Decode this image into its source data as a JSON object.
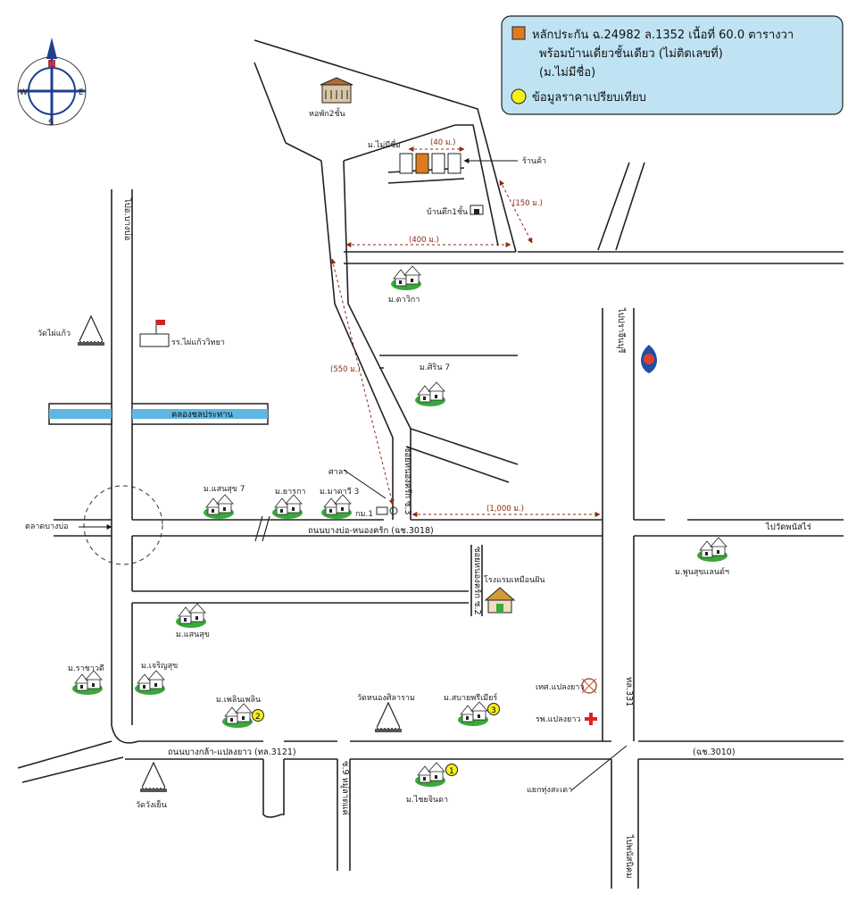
{
  "legend": {
    "collateral_line1": "หลักประกัน  ฉ.24982  ล.1352  เนื้อที่  60.0  ตารางวา",
    "collateral_line2": "พร้อมบ้านเดี่ยวชั้นเดียว  (ไม่ติดเลขที่)",
    "collateral_line3": "(ม.ไม่มีชื่อ)",
    "comparison": "ข้อมูลราคาเปรียบเทียบ",
    "colors": {
      "box": "#bfe3f3",
      "collateral": "#e07a1f",
      "comparison": "#f5ef1a"
    }
  },
  "compass": {
    "n": "N",
    "s": "S",
    "e": "E",
    "w": "W"
  },
  "roads": {
    "main_mid": "ถนนบางบ่อ-หนองคร้ก (ฉช.3018)",
    "main_bottom": "ถนนบางกล้า-แปลงยาว (ทล.3121)",
    "right_bottom": "(ฉช.3010)",
    "to_bangpakong": "ไปอ.บางบ่อ",
    "to_prachinburi": "ไปปราจีนบุรี",
    "to_wat": "ไปวัดพนัสไร่",
    "to_phanat": "ไปพนัสนิคม",
    "hwy331": "ทล.331",
    "soi3": "ซอยหนองคร้ก ซ.3",
    "soi2": "ซอยหนองคร้ก ซ.2",
    "soi9": "ซ.9 หมู่ลาดแค่",
    "canal": "คลองชลประทาน"
  },
  "places": {
    "dorm": "หอพัก2ชั้น",
    "moo_noname": "ม.ไม่มีชื่อ",
    "shop": "ร้านค้า",
    "house1": "บ้านตึก1ชั้น",
    "mdarawika": "ม.ดาวิกา",
    "wat_phaikaew": "วัดไผ่แก้ว",
    "school": "รร.ไผ่แก้ววิทยา",
    "mkirin7": "ม.ศิริน 7",
    "sala": "ศาลา",
    "km1": "กม.1",
    "msansuk7": "ม.แสนสุข 7",
    "myothaka": "ม.ยารกา",
    "mmadawee3": "ม.มาดาวี 3",
    "market": "ตลาดบางบ่อ",
    "mphoonsuk": "ม.พูนสุขแลนด์ฯ",
    "hotel": "โรงแรมเหมือนฝัน",
    "msansuk": "ม.แสนสุข",
    "mrachawadee": "ม.ราชาวดี",
    "mcharoensuk": "ม.เจริญสุข",
    "mplernplern": "ม.เพลินเพลิน",
    "wat_nong": "วัดหนองศิลาราม",
    "msabai": "ม.สบายพรีเมียร์",
    "tessaban": "เทศ.แปลงยาว",
    "hospital": "รพ.แปลงยาว",
    "junction": "แยกทุ่งสะเดา",
    "wat_wang": "วัดวังเย็น",
    "mchaijinda": "ม.ไชยจินดา"
  },
  "distances": {
    "d40": "(40 ม.)",
    "d150": "(150 ม.)",
    "d400": "(400 ม.)",
    "d550": "(550 ม.)",
    "d1000": "(1,000 ม.)"
  },
  "markers": {
    "m1": "1",
    "m2": "2",
    "m3": "3"
  }
}
